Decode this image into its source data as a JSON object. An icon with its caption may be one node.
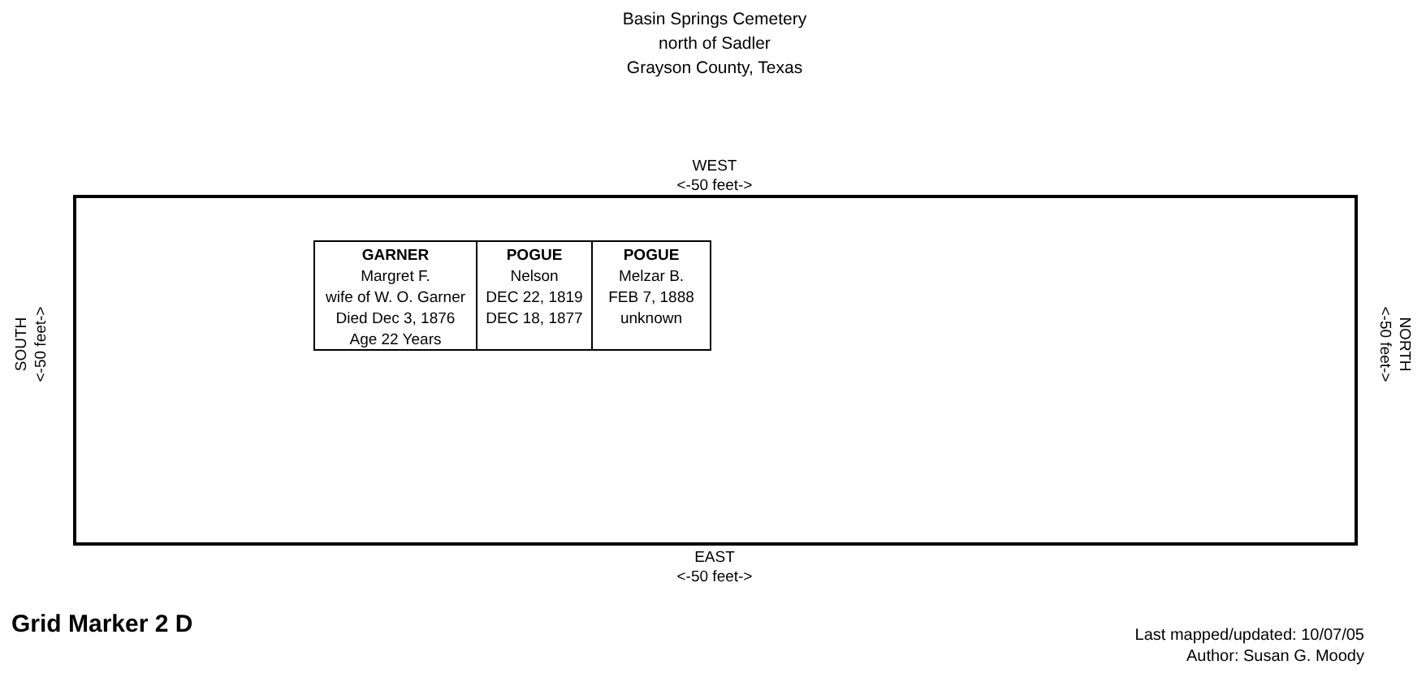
{
  "diagram": {
    "nodes": [
      {
        "text": [],
        "shape": "box"
      },
      {
        "text": [
          "GARNER",
          "Margret F.",
          "wife of W. O. Garner",
          "Died Dec 3, 1876",
          "Age 22 Years"
        ],
        "in": 0
      },
      {
        "text": [
          "POGUE",
          "Nelson",
          "DEC 22, 1819",
          "DEC 18, 1877"
        ],
        "in": 0
      },
      {
        "text": [
          "POGUE",
          "Melzar B.",
          "FEB 7, 1888",
          "unknown"
        ],
        "in": 0
      }
    ],
    "edges": [],
    "labels": [
      "Basin Springs Cemetery",
      "north of Sadler",
      "Grayson County, Texas",
      "WEST",
      "<-50 feet->",
      "SOUTH",
      "<-50 feet->",
      "NORTH",
      "<-50 feet->",
      "EAST",
      "<-50 feet->",
      "Grid Marker 2 D",
      "Last mapped/updated: 10/07/05",
      "Author: Susan G. Moody"
    ]
  }
}
